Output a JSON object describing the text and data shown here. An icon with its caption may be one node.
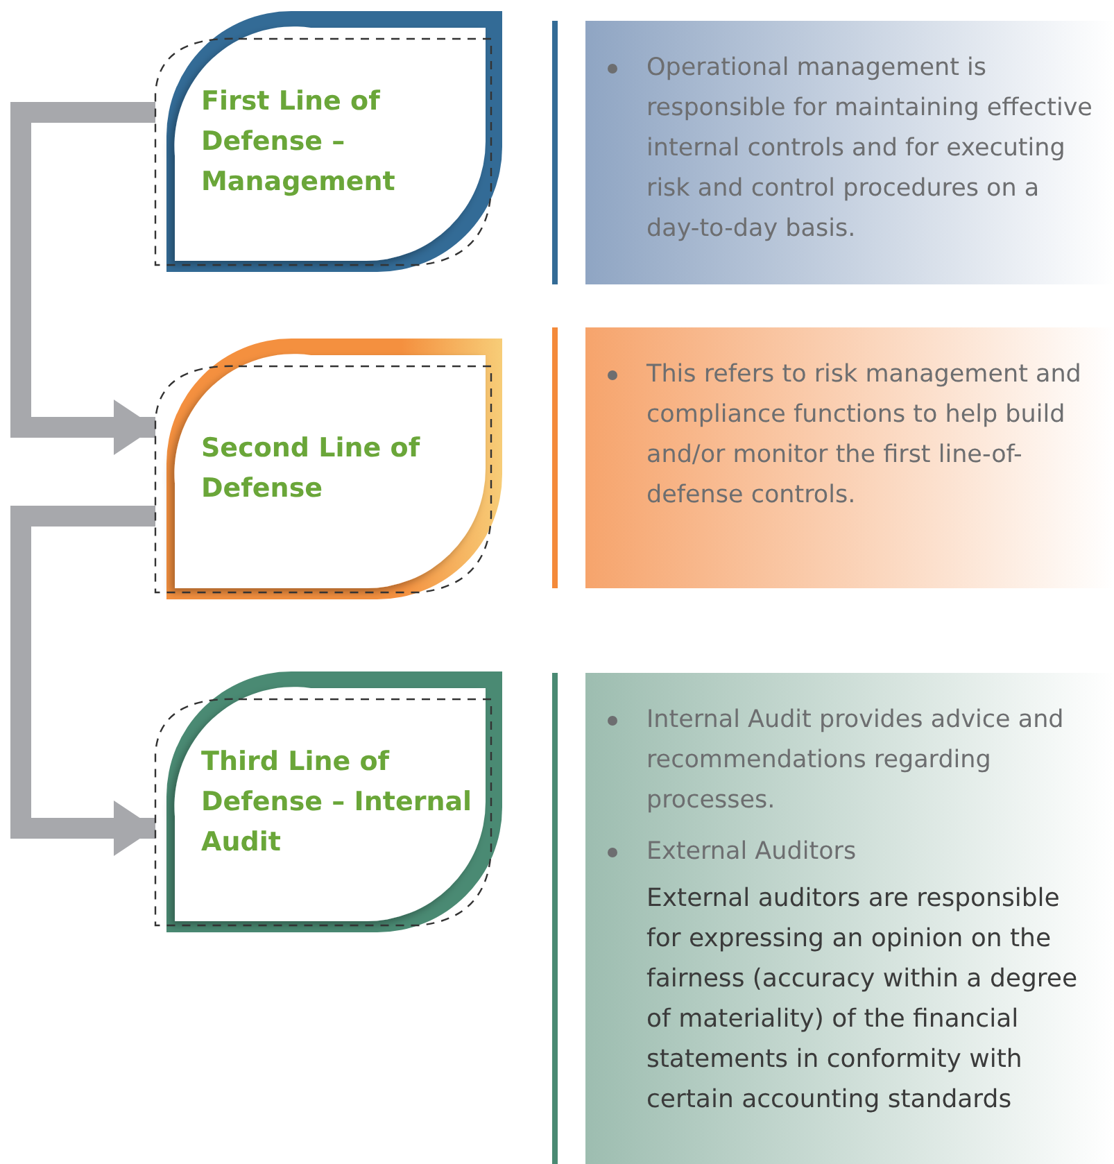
{
  "diagram": {
    "nodes": [
      {
        "text": [
          "First Line of Defense – Management"
        ]
      },
      {
        "text": [
          "Operational management is responsible for maintaining effective internal controls and for executing risk and control procedures on a day-to-day basis."
        ]
      },
      {
        "text": [
          "Second Line of Defense"
        ]
      },
      {
        "text": [
          "This refers to risk management and compliance functions to help build and/or monitor the first line-of-defense controls."
        ]
      },
      {
        "text": [
          "Third Line of Defense – Internal Audit"
        ]
      },
      {
        "text": [
          "Internal Audit provides advice and recommendations regarding processes.",
          "External Auditors",
          "External auditors are responsible for expressing an opinion on the fairness (accuracy within a degree of materiality) of the financial statements in conformity with certain accounting standards"
        ]
      }
    ],
    "edges": [
      {
        "from": 0,
        "to": 2,
        "arrow": "to"
      },
      {
        "from": 2,
        "to": 4,
        "arrow": "to"
      }
    ]
  }
}
